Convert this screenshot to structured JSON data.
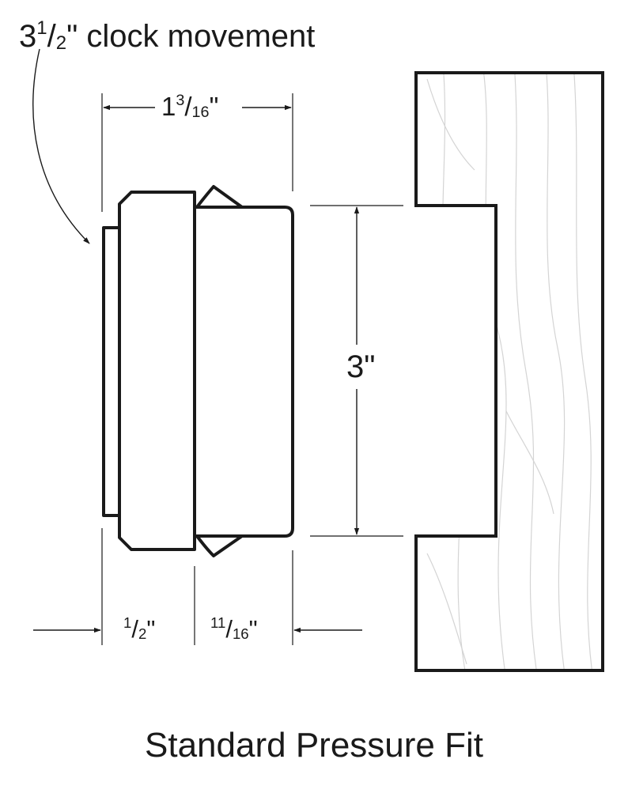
{
  "diagram": {
    "movement_label": {
      "whole": "3",
      "num": "1",
      "slash": "/",
      "den": "2",
      "rest": "\" clock movement"
    },
    "width_label": {
      "whole": "1",
      "num": "3",
      "slash": "/",
      "den": "16",
      "rest": "\""
    },
    "height_label": {
      "text": "3\""
    },
    "depth_front_label": {
      "num": "1",
      "slash": "/",
      "den": "2",
      "rest": "\""
    },
    "depth_back_label": {
      "num": "11",
      "slash": "/",
      "den": "16",
      "rest": "\""
    },
    "caption": "Standard Pressure Fit"
  },
  "colors": {
    "line": "#1a1a1a",
    "grain": "#d4d4d4",
    "background": "#ffffff"
  }
}
